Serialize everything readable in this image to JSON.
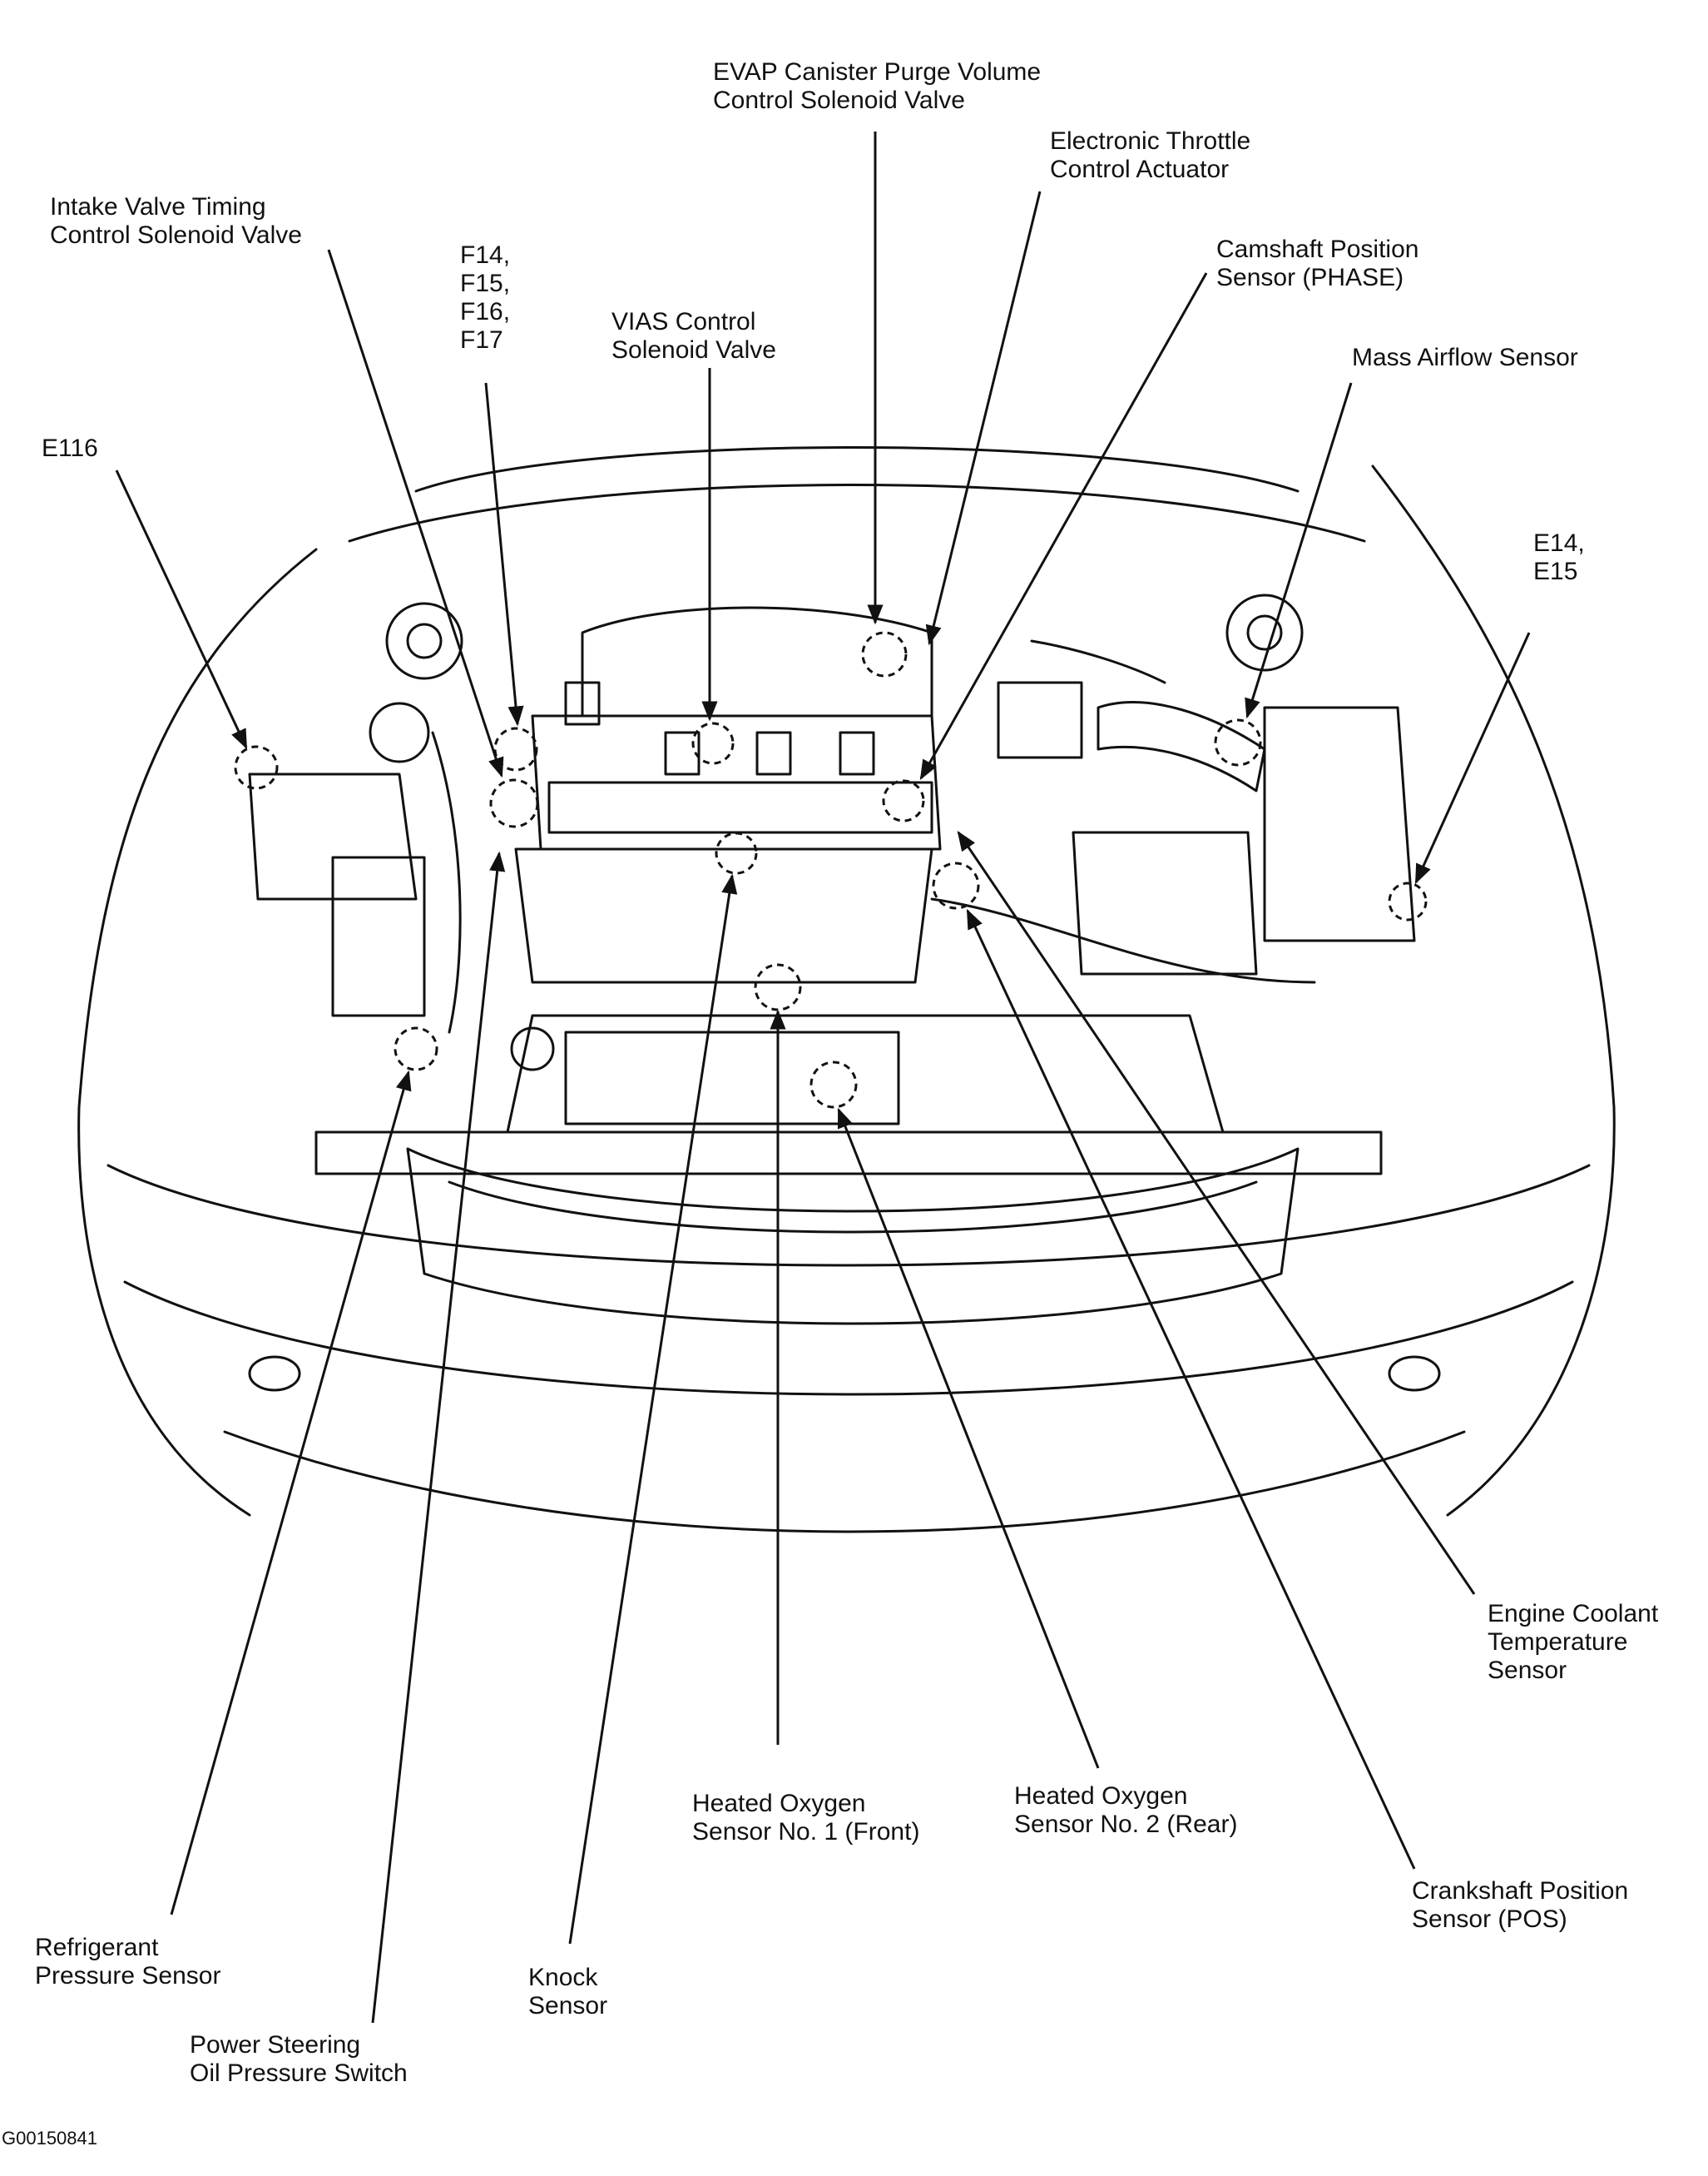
{
  "callouts": {
    "evap": "EVAP Canister Purge Volume\nControl Solenoid Valve",
    "throttle": "Electronic Throttle\nControl Actuator",
    "intake_valve": "Intake Valve Timing\nControl Solenoid Valve",
    "camshaft": "Camshaft Position\nSensor (PHASE)",
    "f_codes": "F14,\nF15,\nF16,\nF17",
    "vias": "VIAS Control\nSolenoid Valve",
    "maf": "Mass Airflow Sensor",
    "e116": "E116",
    "e14": "E14,\nE15",
    "coolant": "Engine Coolant\nTemperature\nSensor",
    "ho2_front": "Heated Oxygen\nSensor No. 1 (Front)",
    "ho2_rear": "Heated Oxygen\nSensor No. 2 (Rear)",
    "crankshaft": "Crankshaft Position\nSensor (POS)",
    "refrigerant": "Refrigerant\nPressure Sensor",
    "knock": "Knock\nSensor",
    "power_steering": "Power Steering\nOil Pressure Switch"
  },
  "figure_code": "G00150841",
  "colors": {
    "ink": "#111111",
    "background": "#ffffff"
  }
}
